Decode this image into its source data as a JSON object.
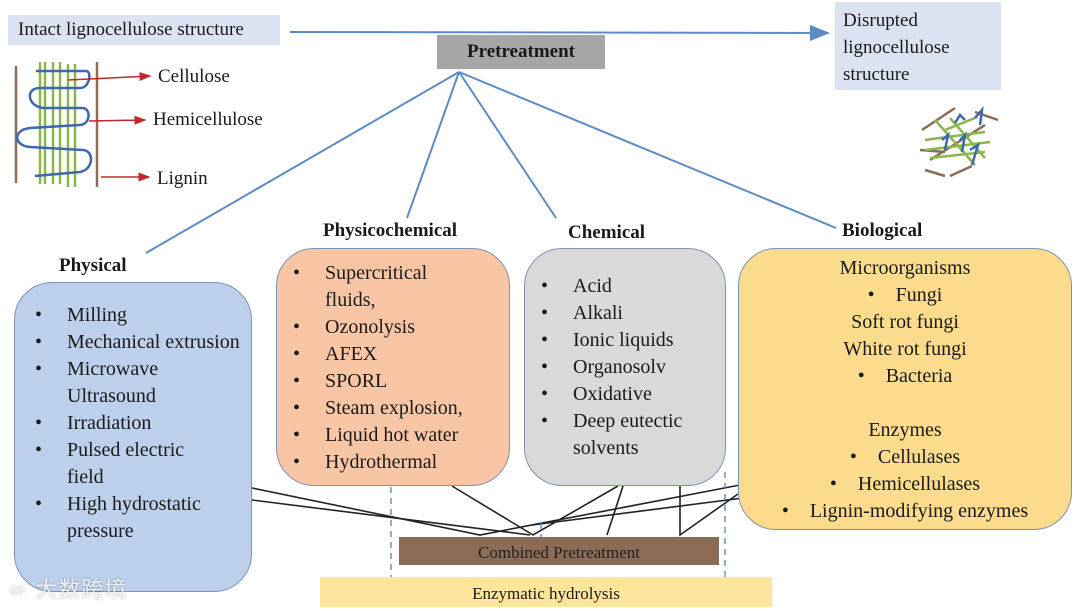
{
  "colors": {
    "flow_line": "#5b8bc5",
    "label_arrow": "#c0282c",
    "cellulose": "#8ab64a",
    "hemicellulose": "#3c68b0",
    "lignin": "#8c6c56",
    "physical_box": "#bcd0ec",
    "physicochemical_box": "#f8c6a4",
    "chemical_box": "#d9d9d9",
    "biological_box": "#fbdb8c",
    "combined_box": "#8c6c56",
    "enzymatic_box": "#fde69c"
  },
  "top": {
    "intact_title": "Intact lignocellulose structure",
    "pretreatment": "Pretreatment",
    "disrupted_lines": [
      "Disrupted",
      "lignocellulose",
      "structure"
    ],
    "structure_labels": {
      "cellulose": "Cellulose",
      "hemicellulose": "Hemicellulose",
      "lignin": "Lignin"
    }
  },
  "categories": {
    "physical": {
      "title": "Physical",
      "items": [
        "Milling",
        "Mechanical extrusion",
        "Microwave Ultrasound",
        "Irradiation",
        "Pulsed electric field",
        "High hydrostatic pressure"
      ]
    },
    "physicochemical": {
      "title": "Physicochemical",
      "items": [
        "Supercritical fluids,",
        "Ozonolysis",
        "AFEX",
        "SPORL",
        "Steam explosion,",
        "Liquid hot water",
        "Hydrothermal"
      ]
    },
    "chemical": {
      "title": "Chemical",
      "items": [
        "Acid",
        "Alkali",
        "Ionic liquids",
        "Organosolv",
        "Oxidative",
        "Deep eutectic solvents"
      ]
    },
    "biological": {
      "title": "Biological",
      "microorganisms_heading": "Microorganisms",
      "fungi": "Fungi",
      "fungi_types": [
        "Soft rot fungi",
        "White rot fungi"
      ],
      "bacteria": "Bacteria",
      "enzymes_heading": "Enzymes",
      "enzymes": [
        "Cellulases",
        "Hemicellulases",
        "Lignin-modifying enzymes"
      ]
    }
  },
  "bottom": {
    "combined": "Combined Pretreatment",
    "enzymatic": "Enzymatic hydrolysis"
  },
  "bullet_glyph": "•",
  "watermark": "大数跨境"
}
